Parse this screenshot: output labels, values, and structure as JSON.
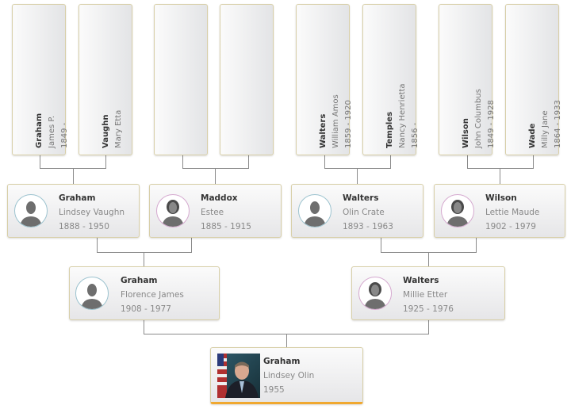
{
  "generation4": [
    {
      "surname": "Graham",
      "given": "James P.",
      "dates": "1849 -"
    },
    {
      "surname": "Vaughn",
      "given": "Mary Etta",
      "dates": ""
    },
    {
      "surname": "",
      "given": "",
      "dates": ""
    },
    {
      "surname": "",
      "given": "",
      "dates": ""
    },
    {
      "surname": "Walters",
      "given": "William Amos",
      "dates": "1859 - 1920"
    },
    {
      "surname": "Temples",
      "given": "Nancy Henrietta",
      "dates": "1856 -"
    },
    {
      "surname": "Wilson",
      "given": "John Columbus",
      "dates": "1849 - 1928"
    },
    {
      "surname": "Wade",
      "given": "Milly Jane",
      "dates": "1864 - 1933"
    }
  ],
  "generation3": [
    {
      "surname": "Graham",
      "given": "Lindsey Vaughn",
      "dates": "1888 - 1950",
      "gender": "male"
    },
    {
      "surname": "Maddox",
      "given": "Estee",
      "dates": "1885 - 1915",
      "gender": "female"
    },
    {
      "surname": "Walters",
      "given": "Olin Crate",
      "dates": "1893 - 1963",
      "gender": "male"
    },
    {
      "surname": "Wilson",
      "given": "Lettie Maude",
      "dates": "1902 - 1979",
      "gender": "female"
    }
  ],
  "generation2": [
    {
      "surname": "Graham",
      "given": "Florence James",
      "dates": "1908 - 1977",
      "gender": "male"
    },
    {
      "surname": "Walters",
      "given": "Millie Etter",
      "dates": "1925 - 1976",
      "gender": "female"
    }
  ],
  "root": {
    "surname": "Graham",
    "given": "Lindsey Olin",
    "dates": "1955"
  },
  "colors": {
    "card_border": "#d8cfa8",
    "root_accent": "#f0a830",
    "male_ring": "#9cc3cf",
    "female_ring": "#d5a9cf",
    "connector": "#8a8a8a"
  }
}
